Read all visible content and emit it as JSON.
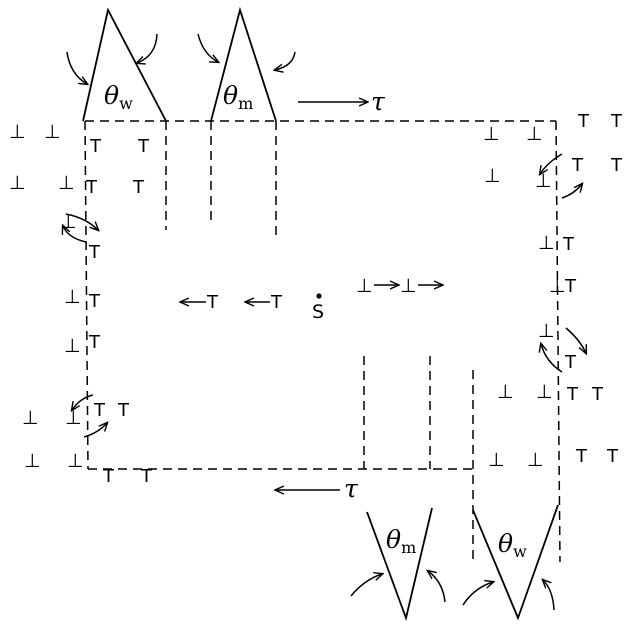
{
  "labels": {
    "theta": "θ",
    "w_sub": "w",
    "m_sub": "m",
    "tau": "τ",
    "point": "S"
  },
  "symbols": {
    "edge_down": "⊥",
    "edge_up": "T",
    "arrow_left": "←",
    "arrow_right": "→"
  }
}
